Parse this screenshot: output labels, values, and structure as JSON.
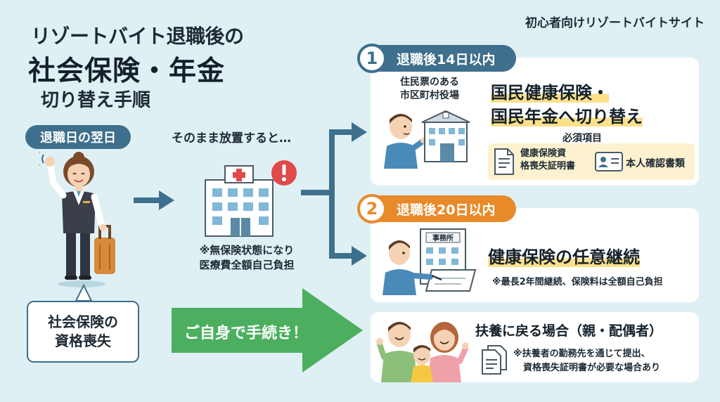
{
  "site_name": "初心者向けリゾートバイトサイト",
  "title": {
    "line1": "リゾートバイト退職後の",
    "line2": "社会保険・年金",
    "line3": "切り替え手順"
  },
  "left": {
    "day_badge": "退職日の翌日",
    "loss_line1": "社会保険の",
    "loss_line2": "資格喪失"
  },
  "middle": {
    "leave_text": "そのまま放置すると…",
    "uninsured_line1": "※無保険状態になり",
    "uninsured_line2": "医療費全額自己負担",
    "self_procedure": "ご自身で手続き！"
  },
  "step1": {
    "number": "1",
    "deadline": "退職後14日以内",
    "office_line1": "住民票のある",
    "office_line2": "市区町村役場",
    "main_line1": "国民健康保険・",
    "main_line2": "国民年金へ切り替え",
    "required_label": "必須項目",
    "doc1_line1": "健康保険資",
    "doc1_line2": "格喪失証明書",
    "doc2": "本人確認書類"
  },
  "step2": {
    "number": "2",
    "deadline": "退職後20日以内",
    "office_sign": "事務所",
    "main": "健康保険の任意継続",
    "note": "※最長2年間継続、保険料は全額自己負担"
  },
  "step3": {
    "main": "扶養に戻る場合（親・配偶者）",
    "note_line1": "※扶養者の勤務先を通じて提出、",
    "note_line2": "資格喪失証明書が必要な場合あり"
  },
  "colors": {
    "background": "#dff0f5",
    "primary_blue": "#3e6f8c",
    "orange": "#e88a2a",
    "green": "#4caf5f",
    "highlight": "#fbe08a"
  }
}
